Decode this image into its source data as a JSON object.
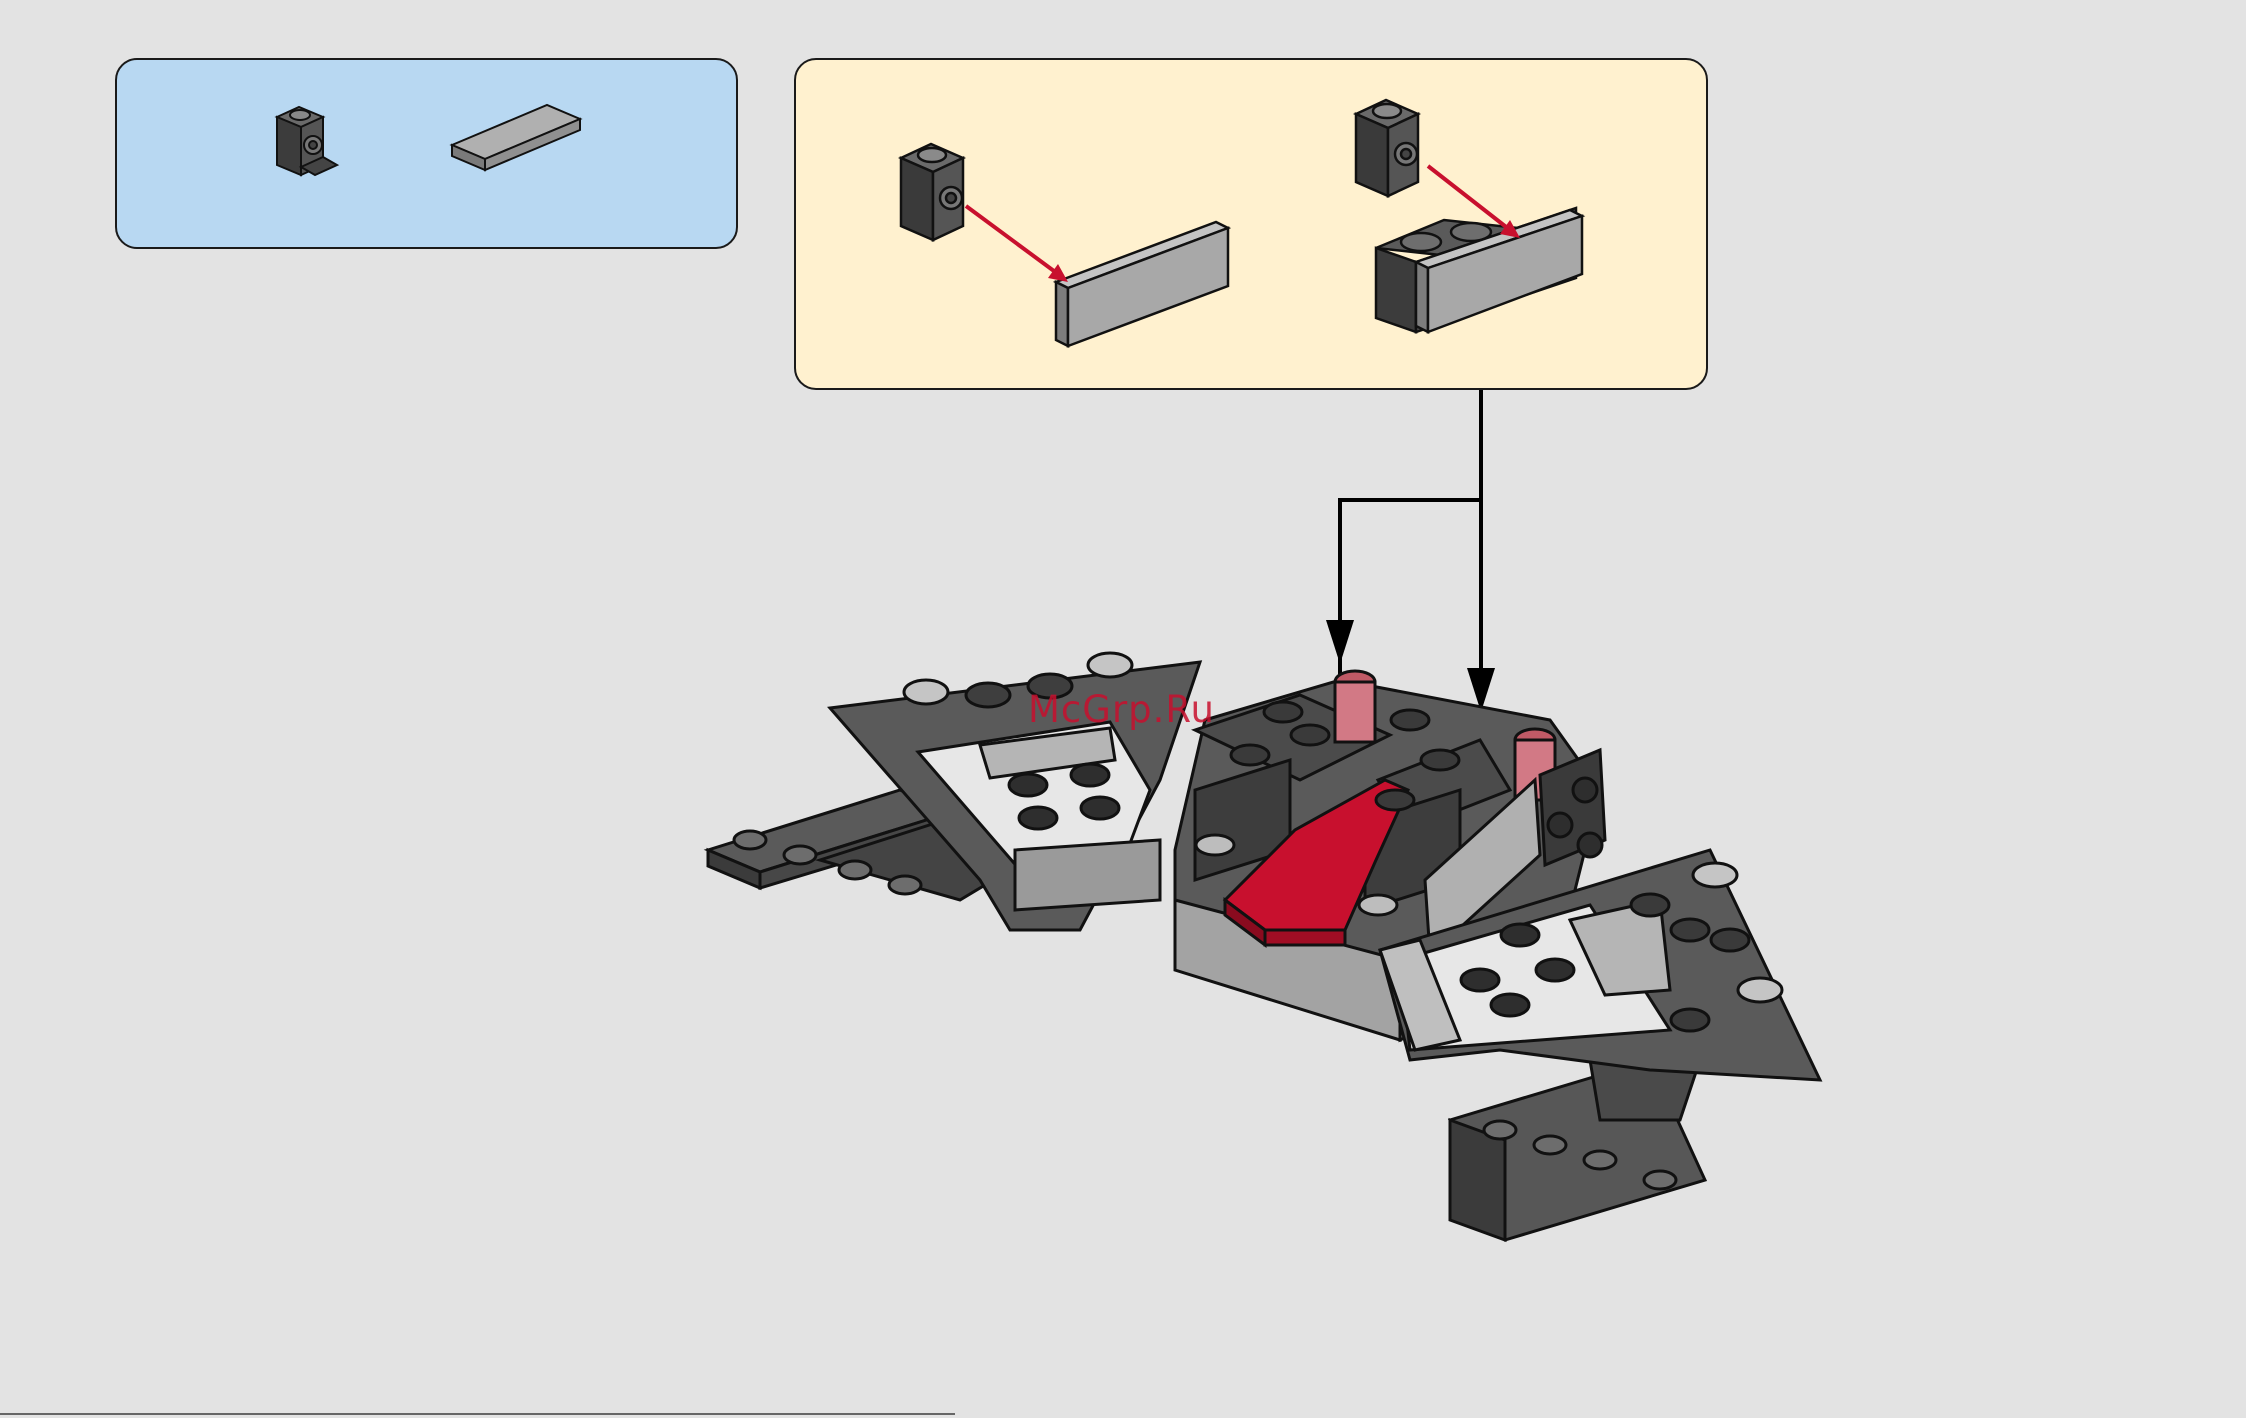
{
  "watermark": "McGrp.Ru",
  "parts_list": {
    "items": [
      {
        "part": "bracket-1x1",
        "color": "dark-gray"
      },
      {
        "part": "tile-1x4",
        "color": "light-gray"
      }
    ]
  },
  "sub_assembly": {
    "steps": [
      {
        "from": "bracket-1x1",
        "to": "tile-1x4",
        "arrow_color": "#c8102e"
      },
      {
        "from": "bracket-1x1",
        "to": "tile-1x4-on-brick",
        "arrow_color": "#c8102e"
      }
    ]
  },
  "colors": {
    "background": "#e3e3e3",
    "parts_panel": "#b8d8f2",
    "subassembly_panel": "#fff1cf",
    "dark_gray": "#5a5a5a",
    "light_gray": "#a9a9a9",
    "white": "#ececec",
    "red": "#c8102e",
    "outline": "#111111"
  }
}
